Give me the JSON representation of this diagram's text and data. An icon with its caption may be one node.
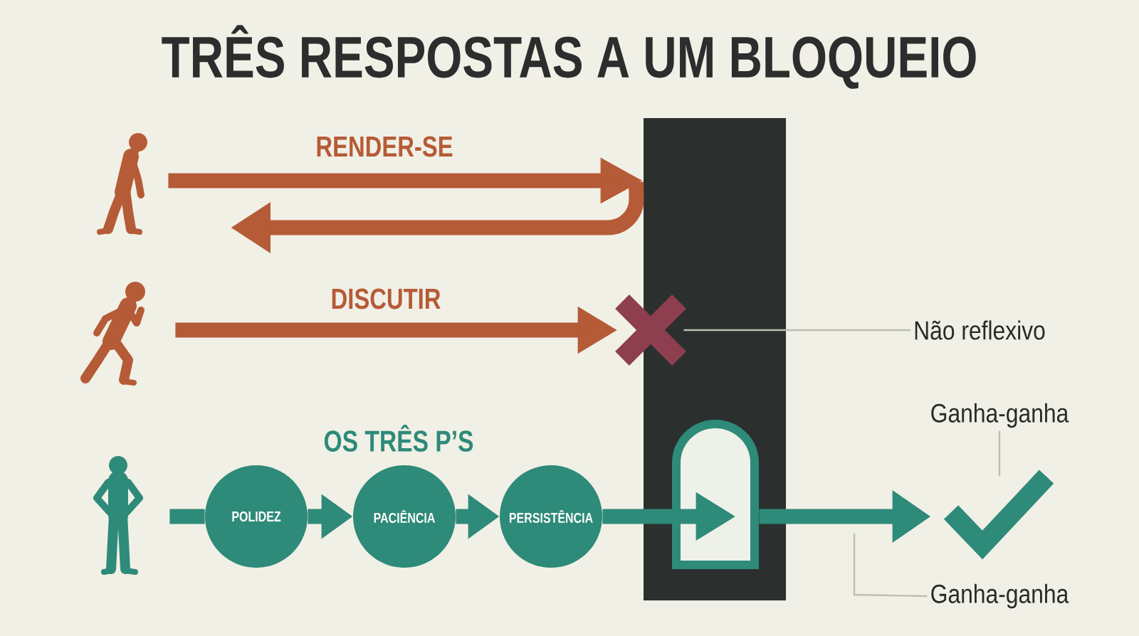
{
  "diagram": {
    "title": "TRÊS RESPOSTAS A UM BLOQUEIO",
    "nodes": [
      {
        "text": [],
        "shape": "person"
      },
      {
        "text": [],
        "shape": "bar"
      },
      {
        "text": [],
        "shape": "person"
      },
      {
        "text": [],
        "shape": "cross"
      },
      {
        "text": [
          "Não reflexivo"
        ]
      },
      {
        "text": [
          "Ganha-ganha"
        ]
      },
      {
        "text": [],
        "shape": "person"
      },
      {
        "text": [
          "POLIDEZ"
        ]
      },
      {
        "text": [
          "PACIÊNCIA"
        ]
      },
      {
        "text": [
          "PERSISTÊNCIA"
        ]
      },
      {
        "text": [],
        "shape": "arch",
        "in": 1
      },
      {
        "text": [],
        "shape": "tick"
      },
      {
        "text": [
          "Ganha-ganha"
        ]
      }
    ],
    "edges": [
      {
        "from": 0,
        "to": 1,
        "arrow": "to",
        "label": "RENDER-SE",
        "color": "#b65b37"
      },
      {
        "from": 1,
        "to": null,
        "arrow": "to",
        "color": "#b65b37"
      },
      {
        "from": 2,
        "to": 3,
        "arrow": "to",
        "label": "DISCUTIR",
        "color": "#b65b37"
      },
      {
        "from": 4,
        "to": 3,
        "arrow": "none",
        "color": "#bdbdb3"
      },
      {
        "from": 6,
        "to": 7,
        "arrow": "none"
      },
      {
        "from": 7,
        "to": 8,
        "arrow": "to"
      },
      {
        "from": 8,
        "to": 9,
        "arrow": "to"
      },
      {
        "from": 9,
        "to": 10,
        "arrow": "to"
      },
      {
        "from": 10,
        "to": 11,
        "arrow": "to"
      },
      {
        "from": 5,
        "to": 11,
        "arrow": "none",
        "color": "#bdbdb3"
      },
      {
        "from": 12,
        "to": null,
        "arrow": "none",
        "color": "#bdbdb3"
      }
    ],
    "labels": [
      "OS TRÊS P’S"
    ]
  }
}
